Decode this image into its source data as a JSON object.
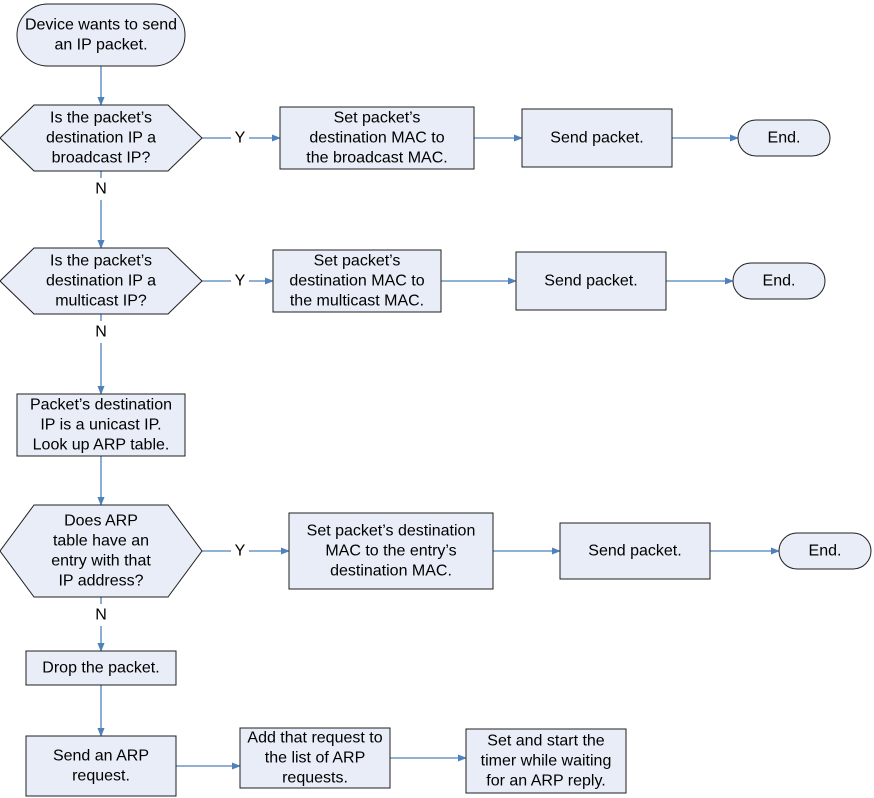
{
  "colors": {
    "node_fill": "#e8edf7",
    "node_border": "#1f1f1f",
    "arrow": "#4f81bd",
    "text": "#000000",
    "background": "#ffffff"
  },
  "nodes": {
    "start": {
      "shape": "terminal",
      "lines": [
        "Device wants to send",
        "an IP packet."
      ]
    },
    "q_broadcast": {
      "shape": "decision",
      "lines": [
        "Is the packet’s",
        "destination IP a",
        "broadcast IP?"
      ]
    },
    "set_broadcast": {
      "shape": "process",
      "lines": [
        "Set packet’s",
        "destination MAC to",
        "the broadcast MAC."
      ]
    },
    "send_1": {
      "shape": "process",
      "lines": [
        "Send packet."
      ]
    },
    "end_1": {
      "shape": "terminal",
      "lines": [
        "End."
      ]
    },
    "q_multicast": {
      "shape": "decision",
      "lines": [
        "Is the packet’s",
        "destination IP a",
        "multicast IP?"
      ]
    },
    "set_multicast": {
      "shape": "process",
      "lines": [
        "Set packet’s",
        "destination MAC to",
        "the multicast MAC."
      ]
    },
    "send_2": {
      "shape": "process",
      "lines": [
        "Send packet."
      ]
    },
    "end_2": {
      "shape": "terminal",
      "lines": [
        "End."
      ]
    },
    "unicast": {
      "shape": "process",
      "lines": [
        "Packet’s destination",
        "IP is a unicast IP.",
        "Look up ARP table."
      ]
    },
    "q_arp": {
      "shape": "decision",
      "lines": [
        "Does ARP",
        "table have an",
        "entry with that",
        "IP address?"
      ]
    },
    "set_entry": {
      "shape": "process",
      "lines": [
        "Set packet’s destination",
        "MAC to the entry’s",
        "destination MAC."
      ]
    },
    "send_3": {
      "shape": "process",
      "lines": [
        "Send packet."
      ]
    },
    "end_3": {
      "shape": "terminal",
      "lines": [
        "End."
      ]
    },
    "drop": {
      "shape": "process",
      "lines": [
        "Drop the packet."
      ]
    },
    "send_arp": {
      "shape": "process",
      "lines": [
        "Send an ARP",
        "request."
      ]
    },
    "add_list": {
      "shape": "process",
      "lines": [
        "Add that request to",
        "the list of ARP",
        "requests."
      ]
    },
    "timer": {
      "shape": "process",
      "lines": [
        "Set and start the",
        "timer while waiting",
        "for an ARP reply."
      ]
    }
  },
  "edges": [
    {
      "from": "start",
      "to": "q_broadcast",
      "label": ""
    },
    {
      "from": "q_broadcast",
      "to": "set_broadcast",
      "label": "Y"
    },
    {
      "from": "set_broadcast",
      "to": "send_1",
      "label": ""
    },
    {
      "from": "send_1",
      "to": "end_1",
      "label": ""
    },
    {
      "from": "q_broadcast",
      "to": "q_multicast",
      "label": "N"
    },
    {
      "from": "q_multicast",
      "to": "set_multicast",
      "label": "Y"
    },
    {
      "from": "set_multicast",
      "to": "send_2",
      "label": ""
    },
    {
      "from": "send_2",
      "to": "end_2",
      "label": ""
    },
    {
      "from": "q_multicast",
      "to": "unicast",
      "label": "N"
    },
    {
      "from": "unicast",
      "to": "q_arp",
      "label": ""
    },
    {
      "from": "q_arp",
      "to": "set_entry",
      "label": "Y"
    },
    {
      "from": "set_entry",
      "to": "send_3",
      "label": ""
    },
    {
      "from": "send_3",
      "to": "end_3",
      "label": ""
    },
    {
      "from": "q_arp",
      "to": "drop",
      "label": "N"
    },
    {
      "from": "drop",
      "to": "send_arp",
      "label": ""
    },
    {
      "from": "send_arp",
      "to": "add_list",
      "label": ""
    },
    {
      "from": "add_list",
      "to": "timer",
      "label": ""
    }
  ]
}
